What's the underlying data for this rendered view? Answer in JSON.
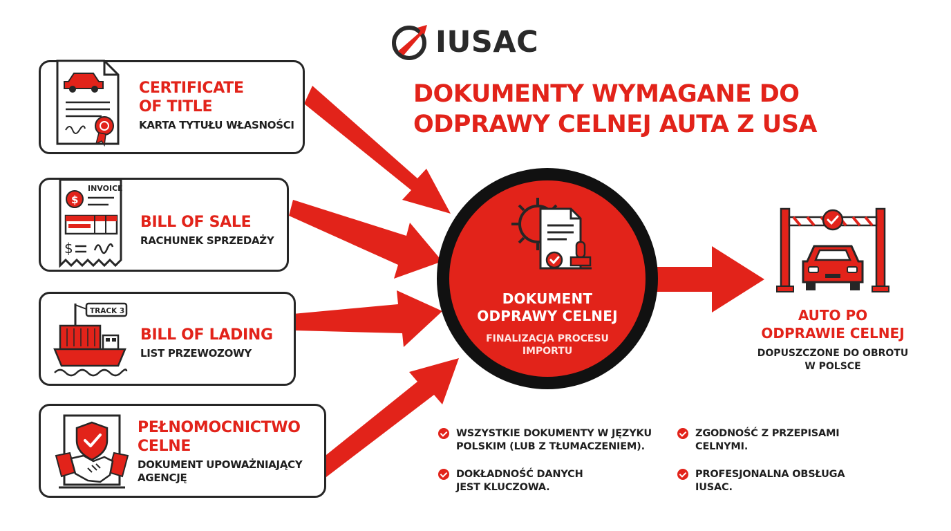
{
  "brand": {
    "name": "IUSAC"
  },
  "title": {
    "line1": "DOKUMENTY WYMAGANE DO",
    "line2": "ODPRAWY CELNEJ AUTA Z USA"
  },
  "documents": [
    {
      "title_line1": "CERTIFICATE",
      "title_line2": "OF TITLE",
      "subtitle_line1": "KARTA TYTUŁU WŁASNOŚCI",
      "subtitle_line2": ""
    },
    {
      "title_line1": "BILL OF SALE",
      "title_line2": "",
      "subtitle_line1": "RACHUNEK SPRZEDAŻY",
      "subtitle_line2": "",
      "icon_label": "INVOICE"
    },
    {
      "title_line1": "BILL OF LADING",
      "title_line2": "",
      "subtitle_line1": "LIST PRZEWOZOWY",
      "subtitle_line2": "",
      "icon_label": "TRACK 3"
    },
    {
      "title_line1": "PEŁNOMOCNICTWO",
      "title_line2": "CELNE",
      "subtitle_line1": "DOKUMENT UPOWAŻNIAJĄCY",
      "subtitle_line2": "AGENCJĘ"
    }
  ],
  "center": {
    "title_line1": "DOKUMENT",
    "title_line2": "ODPRAWY CELNEJ",
    "subtitle_line1": "FINALIZACJA PROCESU",
    "subtitle_line2": "IMPORTU"
  },
  "result": {
    "title_line1": "AUTO PO",
    "title_line2": "ODPRAWIE CELNEJ",
    "subtitle_line1": "DOPUSZCZONE DO OBROTU",
    "subtitle_line2": "W POLSCE"
  },
  "notes": [
    {
      "line1": "WSZYSTKIE DOKUMENTY W JĘZYKU",
      "line2": "POLSKIM (LUB Z TŁUMACZENIEM)."
    },
    {
      "line1": "ZGODNOŚĆ Z PRZEPISAMI",
      "line2": "CELNYMI."
    },
    {
      "line1": "DOKŁADNOŚĆ DANYCH",
      "line2": "JEST KLUCZOWA."
    },
    {
      "line1": "PROFESJONALNA OBSŁUGA",
      "line2": "IUSAC."
    }
  ],
  "colors": {
    "accent": "#e2231a",
    "dark": "#262626",
    "white": "#ffffff"
  },
  "icons": [
    "logo-icon",
    "car-document-icon",
    "invoice-icon",
    "cargo-ship-icon",
    "handshake-shield-icon",
    "gear-document-stamp-icon",
    "customs-gate-car-icon",
    "check-icon"
  ]
}
